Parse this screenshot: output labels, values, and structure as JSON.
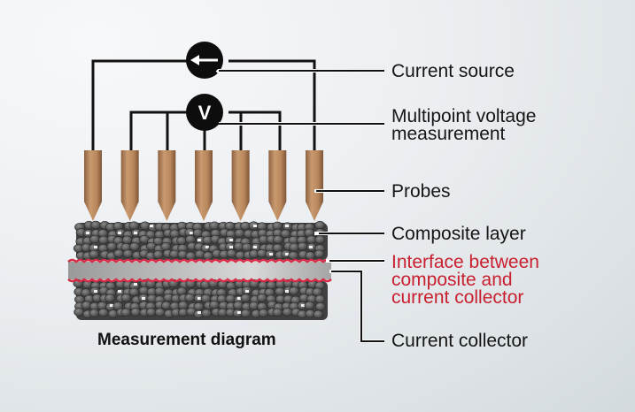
{
  "title": "Measurement diagram",
  "labels": {
    "current_source": "Current source",
    "voltage": "Multipoint voltage\nmeasurement",
    "probes": "Probes",
    "composite_layer": "Composite layer",
    "interface": "Interface between\ncomposite and\ncurrent collector",
    "current_collector": "Current collector"
  },
  "symbols": {
    "current_source": "←",
    "voltmeter": "V"
  },
  "probe_count": 7,
  "colors": {
    "probe": "#b9875c",
    "probe_shade": "#8c5f3c",
    "wire": "#111111",
    "interface": "#d62a45",
    "collector": "#b5b5b5",
    "particle": "#5a5a5a",
    "label_red": "#c8202f"
  }
}
